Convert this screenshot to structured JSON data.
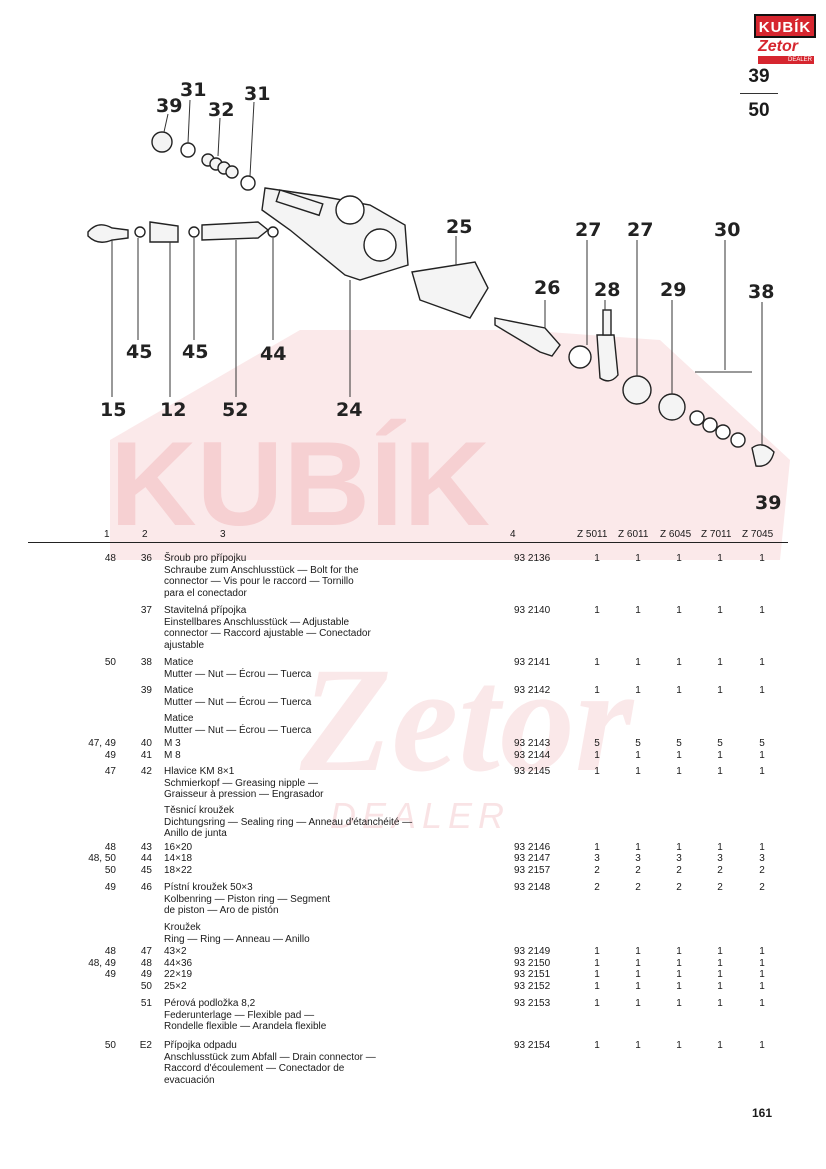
{
  "logo": {
    "brand": "KUBÍK",
    "sub": "Zetor",
    "tag": "DEALER"
  },
  "section": {
    "top": "39",
    "bottom": "50"
  },
  "watermark": {
    "main": "KUBÍK",
    "sub": "Zetor",
    "dealer": "DEALER"
  },
  "diagram": {
    "callouts": [
      "39",
      "31",
      "32",
      "31",
      "25",
      "27",
      "27",
      "30",
      "26",
      "28",
      "29",
      "38",
      "45",
      "45",
      "44",
      "15",
      "12",
      "52",
      "24",
      "39"
    ]
  },
  "table": {
    "headers": [
      "1",
      "2",
      "3",
      "4",
      "Z 5011",
      "Z 6011",
      "Z 6045",
      "Z 7011",
      "Z 7045"
    ],
    "rows": [
      {
        "c1": "48",
        "c2": "36",
        "desc": [
          "Šroub pro přípojku",
          "Schraube zum Anschlusstück — Bolt for the",
          "connector — Vis pour le raccord — Tornillo",
          "para el conectador"
        ],
        "code": "93 2136",
        "qty": [
          "1",
          "1",
          "1",
          "1",
          "1"
        ]
      },
      {
        "c1": "",
        "c2": "37",
        "desc": [
          "Stavitelná přípojka",
          "Einstellbares Anschlusstück — Adjustable",
          "connector — Raccord ajustable — Conectador",
          "ajustable"
        ],
        "code": "93 2140",
        "qty": [
          "1",
          "1",
          "1",
          "1",
          "1"
        ]
      },
      {
        "c1": "50",
        "c2": "38",
        "desc": [
          "Matice",
          "Mutter — Nut — Écrou — Tuerca"
        ],
        "code": "93 2141",
        "qty": [
          "1",
          "1",
          "1",
          "1",
          "1"
        ]
      },
      {
        "c1": "",
        "c2": "39",
        "desc": [
          "Matice",
          "Mutter — Nut — Écrou — Tuerca"
        ],
        "code": "93 2142",
        "qty": [
          "1",
          "1",
          "1",
          "1",
          "1"
        ]
      },
      {
        "c1": "",
        "c2": "",
        "desc": [
          "Matice",
          "Mutter — Nut — Écrou — Tuerca"
        ],
        "code": "",
        "qty": [
          "",
          "",
          "",
          "",
          ""
        ]
      },
      {
        "c1": "47, 49",
        "c2": "40",
        "desc": [
          "M 3"
        ],
        "code": "93 2143",
        "qty": [
          "5",
          "5",
          "5",
          "5",
          "5"
        ]
      },
      {
        "c1": "49",
        "c2": "41",
        "desc": [
          "M 8"
        ],
        "code": "93 2144",
        "qty": [
          "1",
          "1",
          "1",
          "1",
          "1"
        ]
      },
      {
        "c1": "47",
        "c2": "42",
        "desc": [
          "Hlavice KM 8×1",
          "Schmierkopf — Greasing nipple —",
          "Graisseur à pression — Engrasador"
        ],
        "code": "93 2145",
        "qty": [
          "1",
          "1",
          "1",
          "1",
          "1"
        ]
      },
      {
        "c1": "",
        "c2": "",
        "desc": [
          "Těsnicí kroužek",
          "Dichtungsring — Sealing ring — Anneau d'étanchéité —",
          "Anillo de junta"
        ],
        "code": "",
        "qty": [
          "",
          "",
          "",
          "",
          ""
        ]
      },
      {
        "c1": "48",
        "c2": "43",
        "desc": [
          "16×20"
        ],
        "code": "93 2146",
        "qty": [
          "1",
          "1",
          "1",
          "1",
          "1"
        ]
      },
      {
        "c1": "48, 50",
        "c2": "44",
        "desc": [
          "14×18"
        ],
        "code": "93 2147",
        "qty": [
          "3",
          "3",
          "3",
          "3",
          "3"
        ]
      },
      {
        "c1": "50",
        "c2": "45",
        "desc": [
          "18×22"
        ],
        "code": "93 2157",
        "qty": [
          "2",
          "2",
          "2",
          "2",
          "2"
        ]
      },
      {
        "c1": "49",
        "c2": "46",
        "desc": [
          "Pístní kroužek 50×3",
          "Kolbenring — Piston ring — Segment",
          "de piston — Aro de pistón"
        ],
        "code": "93 2148",
        "qty": [
          "2",
          "2",
          "2",
          "2",
          "2"
        ]
      },
      {
        "c1": "",
        "c2": "",
        "desc": [
          "Kroužek",
          "Ring — Ring — Anneau — Anillo"
        ],
        "code": "",
        "qty": [
          "",
          "",
          "",
          "",
          ""
        ]
      },
      {
        "c1": "48",
        "c2": "47",
        "desc": [
          "43×2"
        ],
        "code": "93 2149",
        "qty": [
          "1",
          "1",
          "1",
          "1",
          "1"
        ]
      },
      {
        "c1": "48, 49",
        "c2": "48",
        "desc": [
          "44×36"
        ],
        "code": "93 2150",
        "qty": [
          "1",
          "1",
          "1",
          "1",
          "1"
        ]
      },
      {
        "c1": "49",
        "c2": "49",
        "desc": [
          "22×19"
        ],
        "code": "93 2151",
        "qty": [
          "1",
          "1",
          "1",
          "1",
          "1"
        ]
      },
      {
        "c1": "",
        "c2": "50",
        "desc": [
          "25×2"
        ],
        "code": "93 2152",
        "qty": [
          "1",
          "1",
          "1",
          "1",
          "1"
        ]
      },
      {
        "c1": "",
        "c2": "51",
        "desc": [
          "Pérová podložka 8,2",
          "Federunterlage — Flexible pad —",
          "Rondelle flexible — Arandela flexible"
        ],
        "code": "93 2153",
        "qty": [
          "1",
          "1",
          "1",
          "1",
          "1"
        ]
      },
      {
        "c1": "50",
        "c2": "E2",
        "desc": [
          "Přípojka odpadu",
          "Anschlusstück zum Abfall — Drain connector —",
          "Raccord d'écoulement — Conectador de",
          "evacuación"
        ],
        "code": "93 2154",
        "qty": [
          "1",
          "1",
          "1",
          "1",
          "1"
        ]
      }
    ]
  },
  "page_number": "161"
}
